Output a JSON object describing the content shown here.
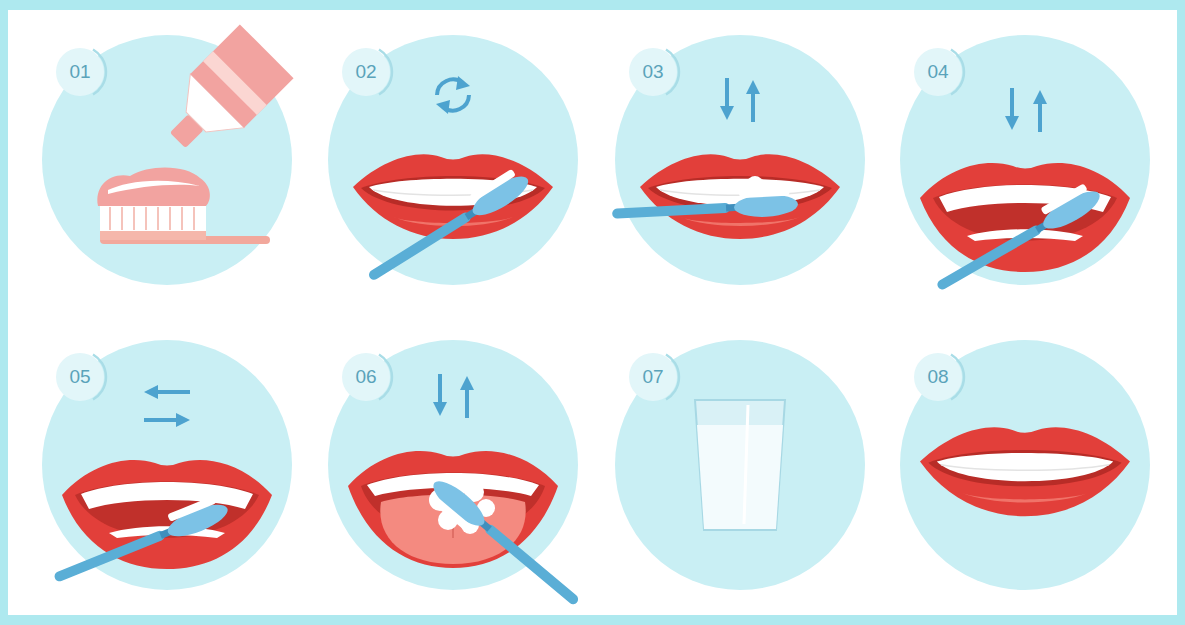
{
  "diagram": {
    "nodes": [
      {
        "text": [
          "01"
        ]
      },
      {
        "text": [
          "02"
        ]
      },
      {
        "text": [
          "03"
        ]
      },
      {
        "text": [
          "04"
        ]
      },
      {
        "text": [
          "05"
        ]
      },
      {
        "text": [
          "06"
        ]
      },
      {
        "text": [
          "07"
        ]
      },
      {
        "text": [
          "08"
        ]
      }
    ]
  }
}
